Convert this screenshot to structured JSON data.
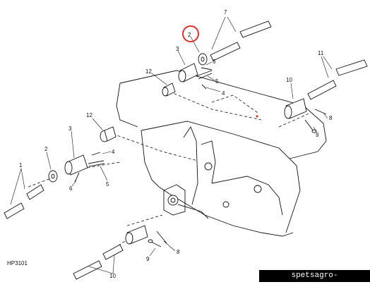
{
  "figure_id": "HP3101",
  "highlight_color": "#e0302a",
  "watermark": "spetsagro-tov.agrobiz.net",
  "callouts": {
    "c1": "1",
    "c2a": "2",
    "c2b": "2",
    "c3a": "3",
    "c3b": "3",
    "c4a": "4",
    "c4b": "4",
    "c5a": "5",
    "c5b": "5",
    "c6a": "6",
    "c6b": "6",
    "c7": "7",
    "c8a": "8",
    "c8b": "8",
    "c9a": "9",
    "c9b": "9",
    "c10a": "10",
    "c10b": "10",
    "c11": "11",
    "c12a": "12",
    "c12b": "12"
  }
}
